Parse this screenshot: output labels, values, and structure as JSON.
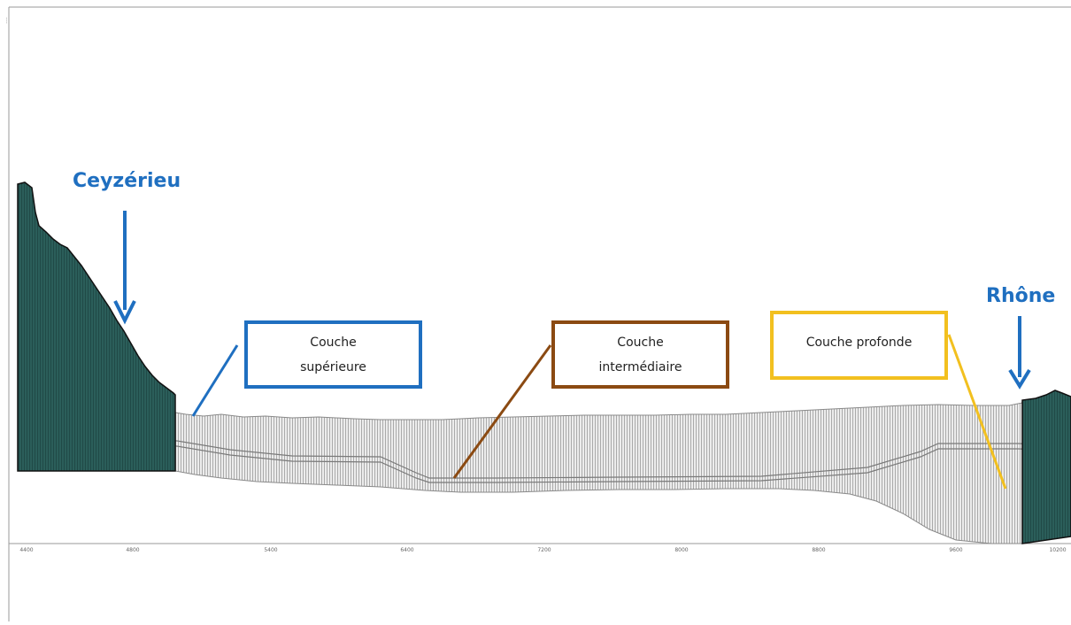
{
  "labels": {
    "ceyzerieu": "Ceyzérieu",
    "rhone": "Rhône"
  },
  "boxes": {
    "superieure": {
      "line1": "Couche",
      "line2": "supérieure",
      "color": "#1f6fc0"
    },
    "intermediaire": {
      "line1": "Couche",
      "line2": "intermédiaire",
      "color": "#8b4a12"
    },
    "profonde": {
      "line1": "Couche profonde",
      "color": "#f2c01f"
    }
  },
  "x_ticks": [
    "4400",
    "4800",
    "5400",
    "6400",
    "7200",
    "8000",
    "8800",
    "9600",
    "10200"
  ],
  "colors": {
    "bedrock": "#2b5e5a",
    "aquifer_fill": "#e4e4e4",
    "arrow": "#1f6fc0",
    "label_text": "#1f6fc0"
  }
}
